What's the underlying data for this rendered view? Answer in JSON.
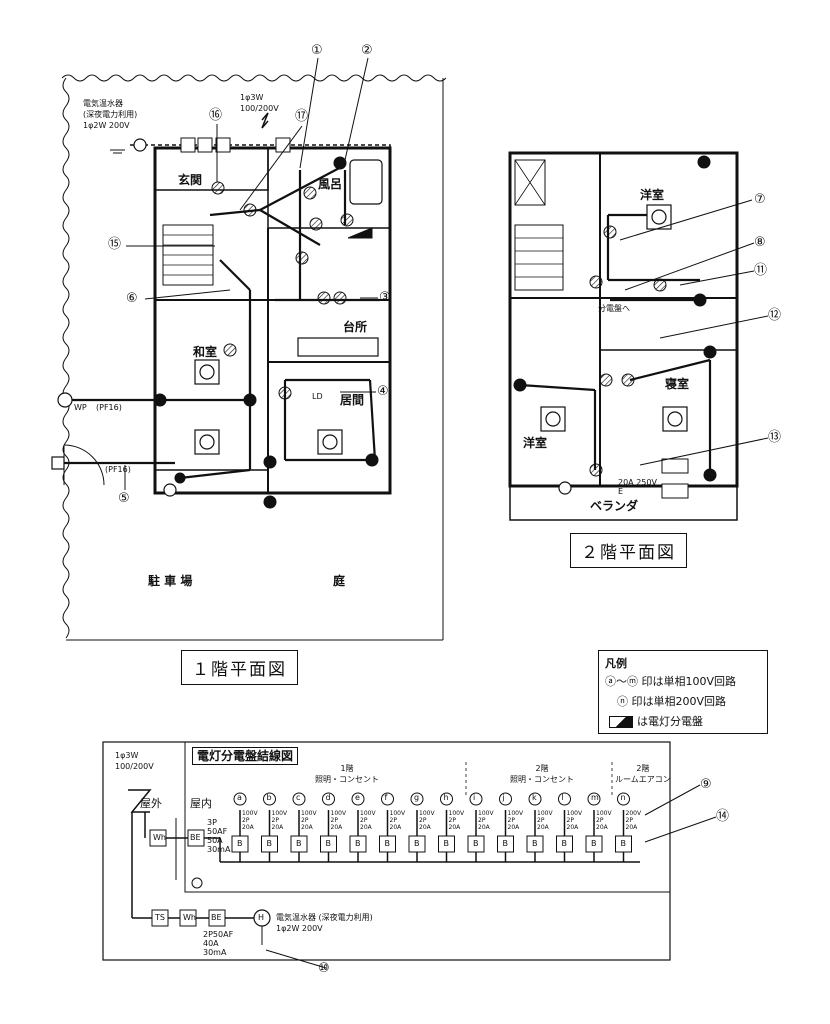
{
  "floor1": {
    "title": "１階平面図",
    "heater_label": "電気温水器\n(深夜電力利用)\n1φ2W 200V",
    "supply_label": "1φ3W\n100/200V",
    "rooms": [
      "玄関",
      "風呂",
      "台所",
      "和室",
      "居間",
      "駐 車 場",
      "庭"
    ],
    "callouts": [
      "①",
      "②",
      "③",
      "④",
      "⑤",
      "⑥",
      "⑮",
      "⑯",
      "⑰"
    ],
    "pf": [
      "(PF16)",
      "(PF16)"
    ],
    "wp": "WP",
    "ld": "LD"
  },
  "floor2": {
    "title": "２階平面図",
    "rooms": [
      "洋室",
      "寝室",
      "洋室",
      "ベランダ"
    ],
    "callouts": [
      "⑦",
      "⑧",
      "⑪",
      "⑫",
      "⑬"
    ],
    "panel_note": "分電盤へ",
    "outlet_note": "20A 250V\nE"
  },
  "legend": {
    "title": "凡例",
    "rows": [
      "ⓐ～ⓜ 印は単相100V回路",
      "ⓝ 印は単相200V回路",
      "は電灯分電盤"
    ]
  },
  "wiring": {
    "title": "電灯分電盤結線図",
    "supply": "1φ3W\n100/200V",
    "outdoor": "屋外",
    "indoor": "屋内",
    "group1": "1階\n照明・コンセント",
    "group2": "2階\n照明・コンセント",
    "group3": "2階\nルームエアコン",
    "circuits": [
      "a",
      "b",
      "c",
      "d",
      "e",
      "f",
      "g",
      "h",
      "i",
      "j",
      "k",
      "l",
      "m",
      "n"
    ],
    "circuit_spec_100": "100V\n2P\n20A",
    "circuit_spec_200": "200V\n2P\n20A",
    "main_breaker": "3P\n50AF\n50A\n30mA",
    "heater_breaker": "2P50AF\n40A\n30mA",
    "heater_label": "電気温水器 (深夜電力利用)\n1φ2W 200V",
    "callouts": [
      "⑨",
      "⑩",
      "⑭"
    ],
    "box_labels": {
      "wh": "Wh",
      "be": "BE",
      "ts": "TS",
      "b": "B",
      "h": "H"
    }
  }
}
